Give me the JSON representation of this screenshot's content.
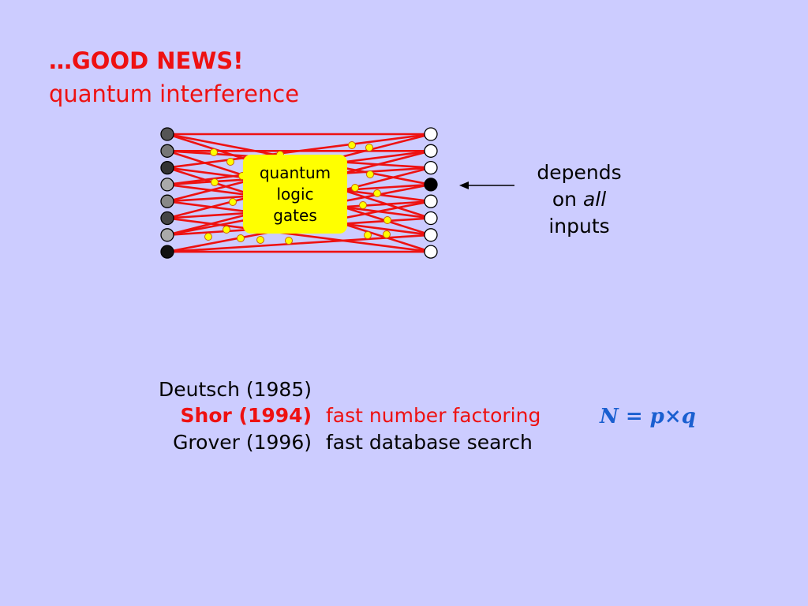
{
  "slide": {
    "title_line1": "…GOOD NEWS!",
    "title_line2": "quantum interference",
    "gate_box": {
      "line1": "quantum",
      "line2": "logic",
      "line3": "gates"
    },
    "annotation": {
      "line1": "depends",
      "line2_prefix": "on ",
      "line2_emphasis": "all",
      "line3": "inputs"
    },
    "references": [
      {
        "name": "Deutsch (1985)",
        "description": "",
        "highlight": false
      },
      {
        "name": "Shor (1994)",
        "description": "fast number factoring",
        "highlight": true
      },
      {
        "name": "Grover (1996)",
        "description": "fast database search",
        "highlight": false
      }
    ],
    "formula": "N = p×q",
    "colors": {
      "background": "#ccccff",
      "title": "#ee1111",
      "wires": "#ee1111",
      "gate_box": "#ffff00",
      "gate_dots": "#ffff00",
      "formula": "#1a5fd0"
    },
    "input_node_shades": [
      "#555555",
      "#777777",
      "#333333",
      "#aaaaaa",
      "#888888",
      "#444444",
      "#aaaaaa",
      "#111111"
    ],
    "output_node_shades": [
      "#ffffff",
      "#ffffff",
      "#ffffff",
      "#000000",
      "#ffffff",
      "#ffffff",
      "#ffffff",
      "#ffffff"
    ]
  }
}
